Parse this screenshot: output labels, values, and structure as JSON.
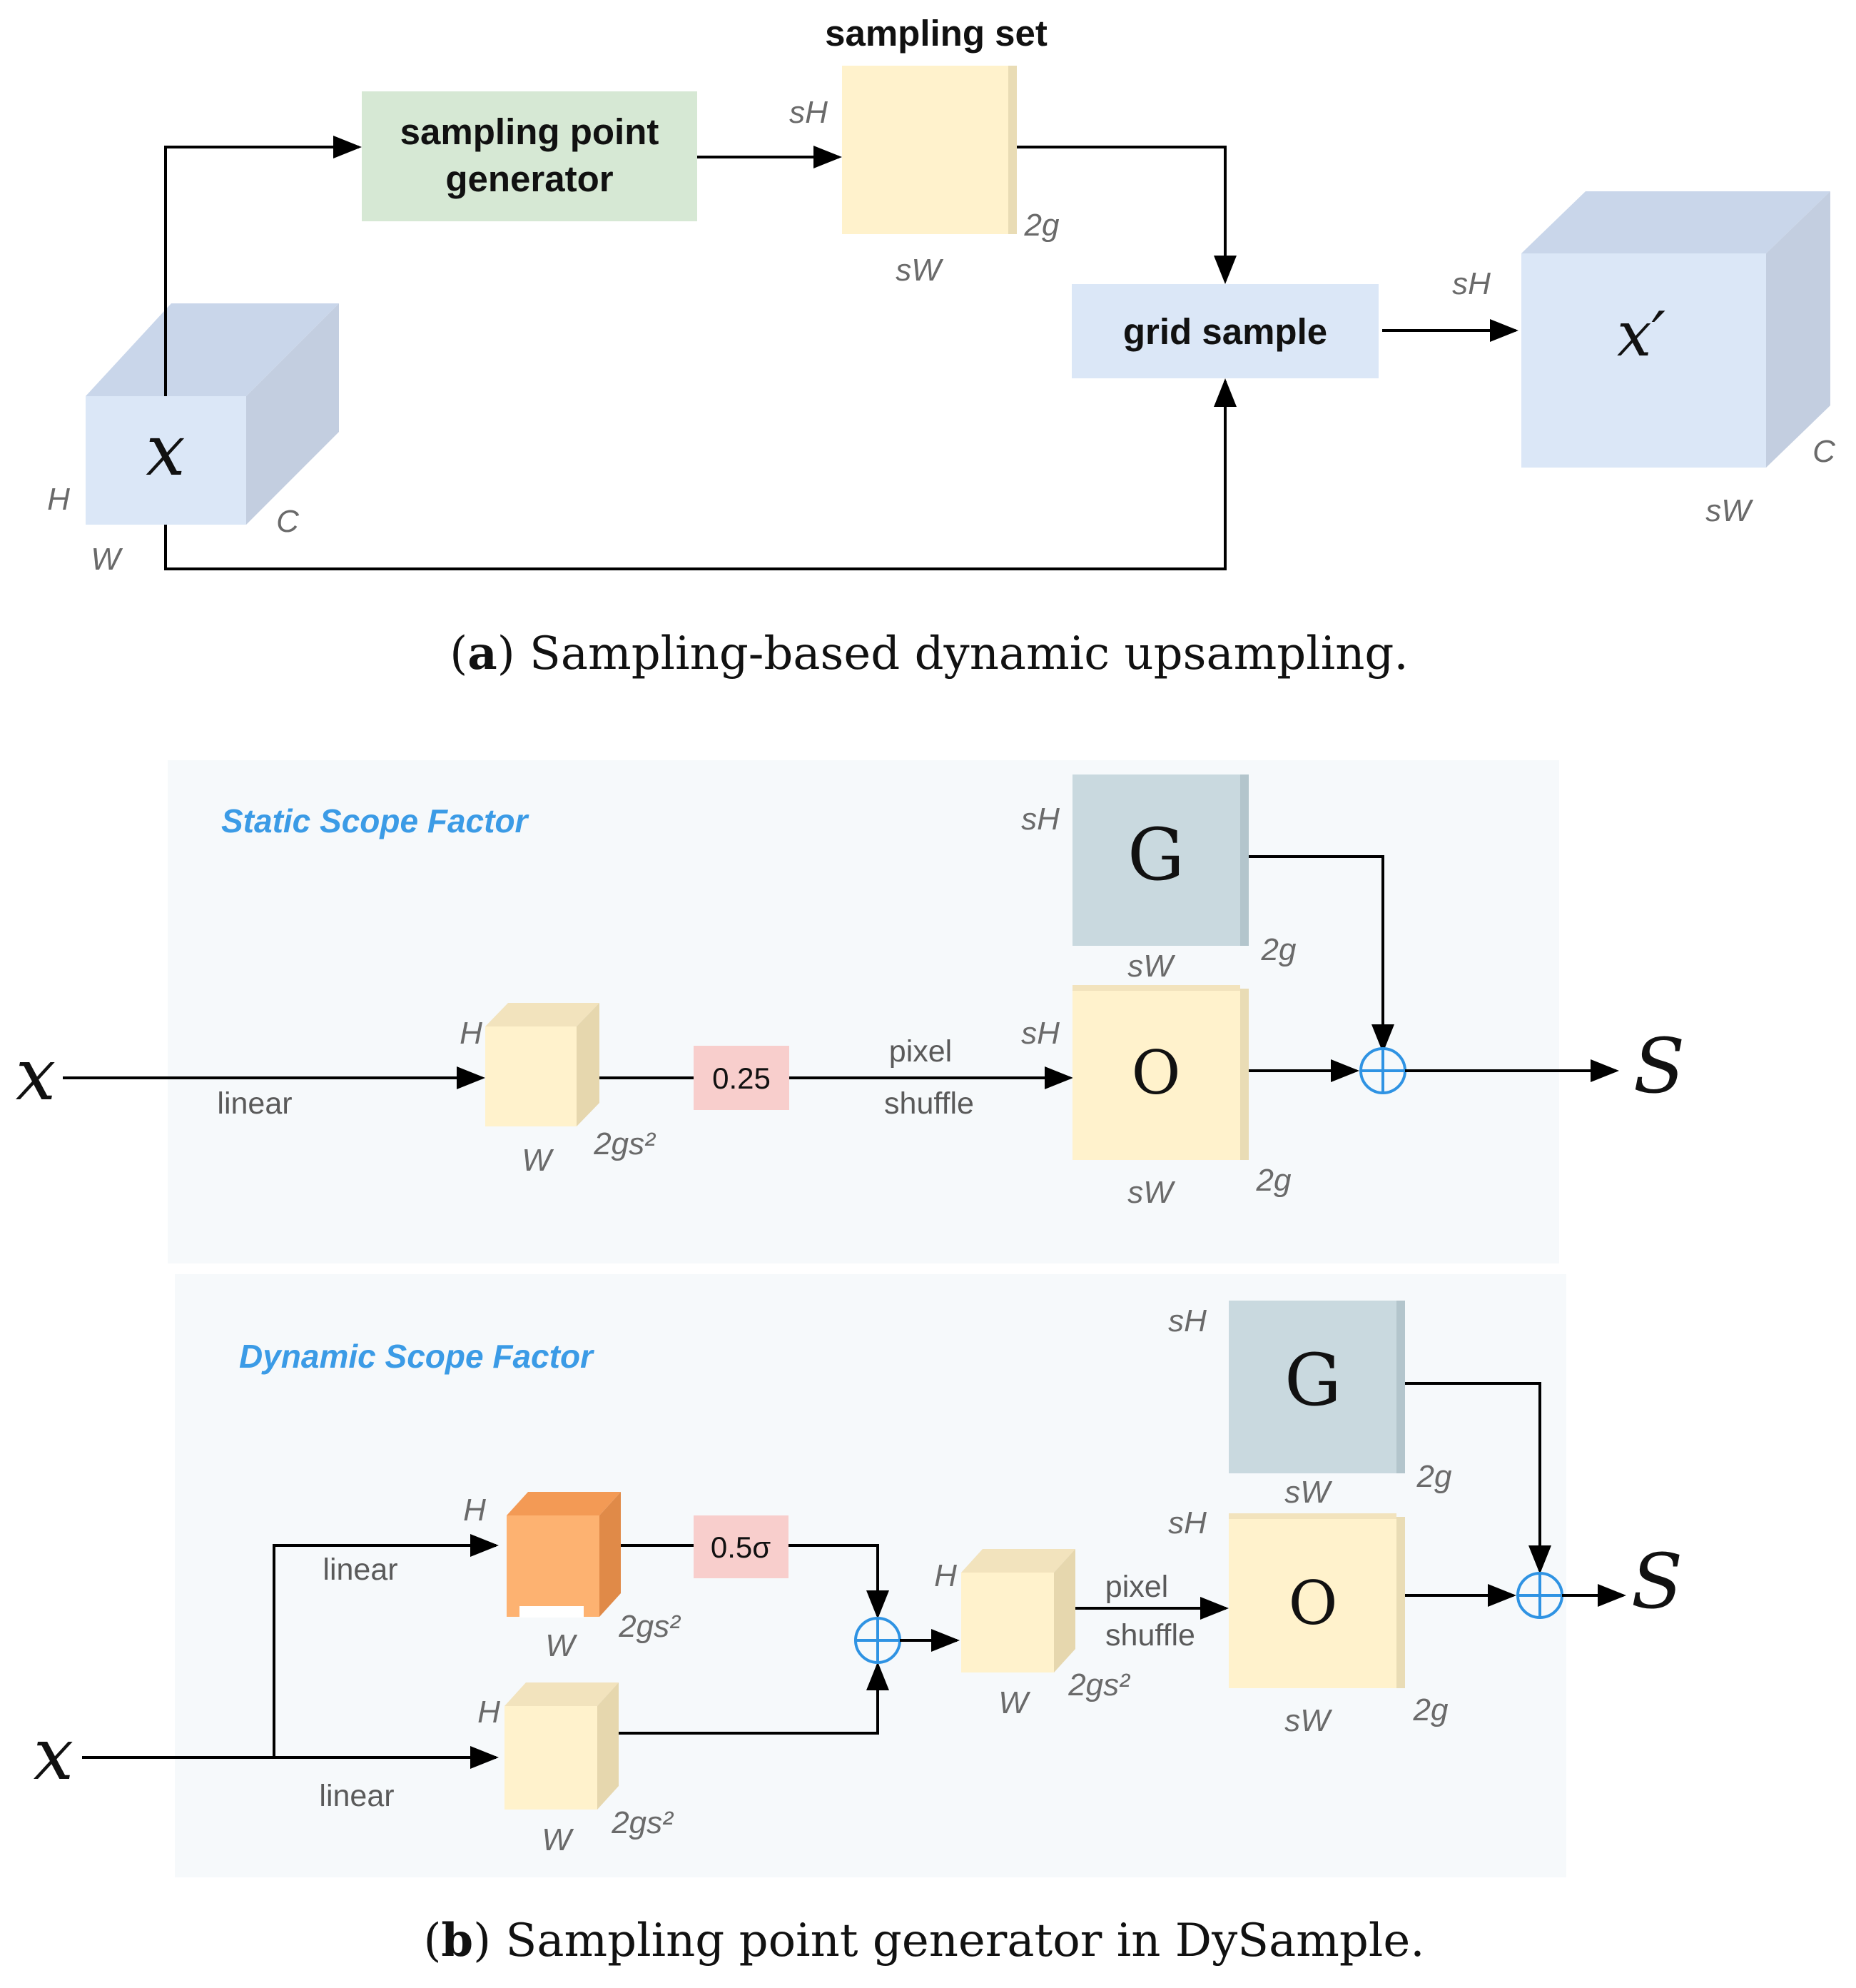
{
  "panel_a": {
    "sampling_set_title": "sampling set",
    "generator_label_line1": "sampling point",
    "generator_label_line2": "generator",
    "grid_sample_label": "grid sample",
    "input_var": "x",
    "output_var": "x′",
    "input_dims": {
      "h": "H",
      "w": "W",
      "c": "C"
    },
    "sampling_set_dims": {
      "h": "sH",
      "w": "sW",
      "c": "2g"
    },
    "output_dims": {
      "h": "sH",
      "w": "sW",
      "c": "C"
    },
    "caption_letter": "a",
    "caption_text": " Sampling-based dynamic upsampling."
  },
  "panel_b": {
    "static": {
      "title": "Static Scope Factor",
      "input_var": "x",
      "output_var": "S",
      "linear_label": "linear",
      "scale_value": "0.25",
      "pixel_label": "pixel",
      "shuffle_label": "shuffle",
      "G_label": "G",
      "O_label": "O",
      "feat_dims": {
        "h": "H",
        "w": "W",
        "c": "2gs²"
      },
      "G_dims": {
        "h": "sH",
        "w": "sW",
        "c": "2g"
      },
      "O_dims": {
        "h": "sH",
        "w": "sW",
        "c": "2g"
      }
    },
    "dynamic": {
      "title": "Dynamic Scope Factor",
      "input_var": "x",
      "output_var": "S",
      "linear_top_label": "linear",
      "linear_bottom_label": "linear",
      "scale_value": "0.5σ",
      "pixel_label": "pixel",
      "shuffle_label": "shuffle",
      "G_label": "G",
      "O_label": "O",
      "orange_dims": {
        "h": "H",
        "w": "W",
        "c": "2gs²"
      },
      "bottom_dims": {
        "h": "H",
        "w": "W",
        "c": "2gs²"
      },
      "sum_dims": {
        "w": "W",
        "c": "2gs²"
      },
      "G_dims": {
        "h": "sH",
        "w": "sW",
        "c": "2g"
      },
      "O_dims": {
        "h": "sH",
        "w": "sW",
        "c": "2g"
      }
    },
    "caption_letter": "b",
    "caption_text": " Sampling point generator in DySample."
  },
  "colors": {
    "feature_blue": "#dbe7f7",
    "generator_green": "#d6e8d4",
    "sampling_yellow": "#fff2cc",
    "g_gray": "#c9d9df",
    "orange": "#fdb271",
    "scale_pink": "#f8cecc",
    "panel_bg": "#f6f9fb",
    "title_blue": "#3b9be6"
  }
}
